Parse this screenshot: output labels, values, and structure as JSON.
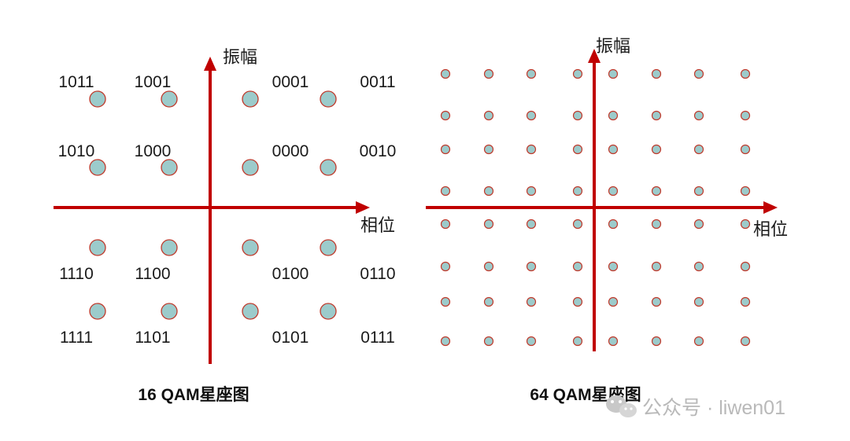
{
  "diagrams": [
    {
      "caption": "16 QAM星座图",
      "axis_y_label": "振幅",
      "axis_x_label": "相位",
      "grid": 4,
      "point_labels": [
        [
          "1011",
          "1001",
          "0001",
          "0011"
        ],
        [
          "1010",
          "1000",
          "0000",
          "0010"
        ],
        [
          "1110",
          "1100",
          "0100",
          "0110"
        ],
        [
          "1111",
          "1101",
          "0101",
          "0111"
        ]
      ],
      "point_fill": "#9ccbcb",
      "point_stroke": "#c0392b"
    },
    {
      "caption": "64 QAM星座图",
      "axis_y_label": "振幅",
      "axis_x_label": "相位",
      "grid": 8,
      "point_fill": "#9ccbcb",
      "point_stroke": "#c0392b"
    }
  ],
  "axis_color": "#c00000",
  "watermark": {
    "text": "公众号 · liwen01",
    "icon": "wechat-icon"
  }
}
